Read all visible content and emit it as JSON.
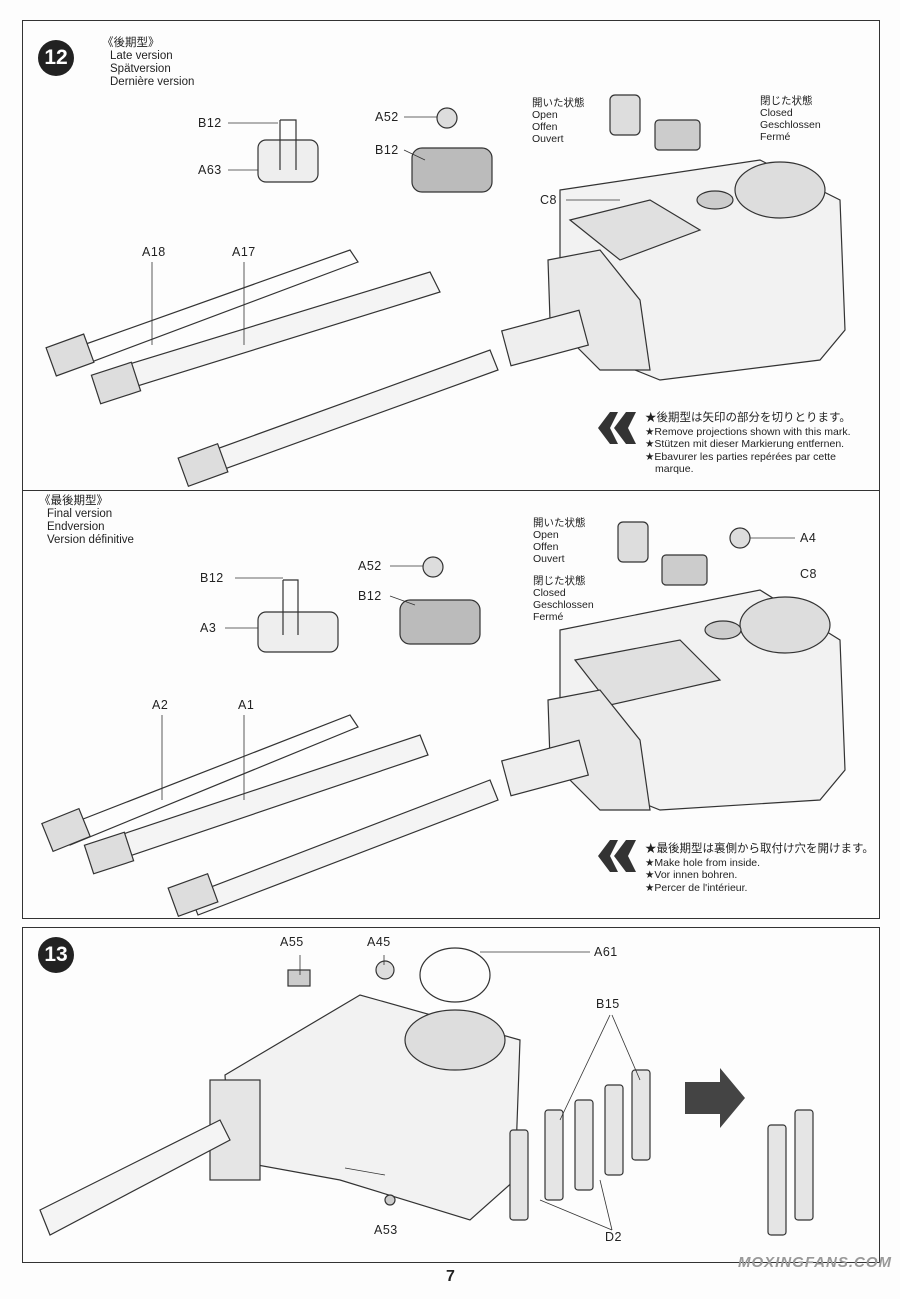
{
  "step12": {
    "number": "12",
    "late": {
      "heading": "《後期型》",
      "lines": [
        "Late version",
        "Spätversion",
        "Dernière version"
      ],
      "parts": [
        "B12",
        "A63",
        "A52",
        "B12",
        "C8",
        "A18",
        "A17"
      ],
      "open": [
        "開いた状態",
        "Open",
        "Offen",
        "Ouvert"
      ],
      "closed": [
        "閉じた状態",
        "Closed",
        "Geschlossen",
        "Fermé"
      ],
      "note": {
        "jp": "★後期型は矢印の部分を切りとります。",
        "lines": [
          "★Remove projections shown with this mark.",
          "★Stützen mit dieser Markierung entfernen.",
          "★Ebavurer les parties repérées par cette",
          "marque."
        ]
      }
    },
    "final": {
      "heading": "《最後期型》",
      "lines": [
        "Final version",
        "Endversion",
        "Version définitive"
      ],
      "parts": [
        "B12",
        "A3",
        "A52",
        "B12",
        "A4",
        "C8",
        "A2",
        "A1"
      ],
      "open": [
        "開いた状態",
        "Open",
        "Offen",
        "Ouvert"
      ],
      "closed": [
        "閉じた状態",
        "Closed",
        "Geschlossen",
        "Fermé"
      ],
      "note": {
        "jp": "★最後期型は裏側から取付け穴を開けます。",
        "lines": [
          "★Make hole from inside.",
          "★Vor innen bohren.",
          "★Percer de l'intérieur."
        ]
      }
    }
  },
  "step13": {
    "number": "13",
    "parts": [
      "A55",
      "A45",
      "A61",
      "B15",
      "A53",
      "D2"
    ]
  },
  "page_number": "7",
  "watermark": "MOXINGFANS.COM"
}
